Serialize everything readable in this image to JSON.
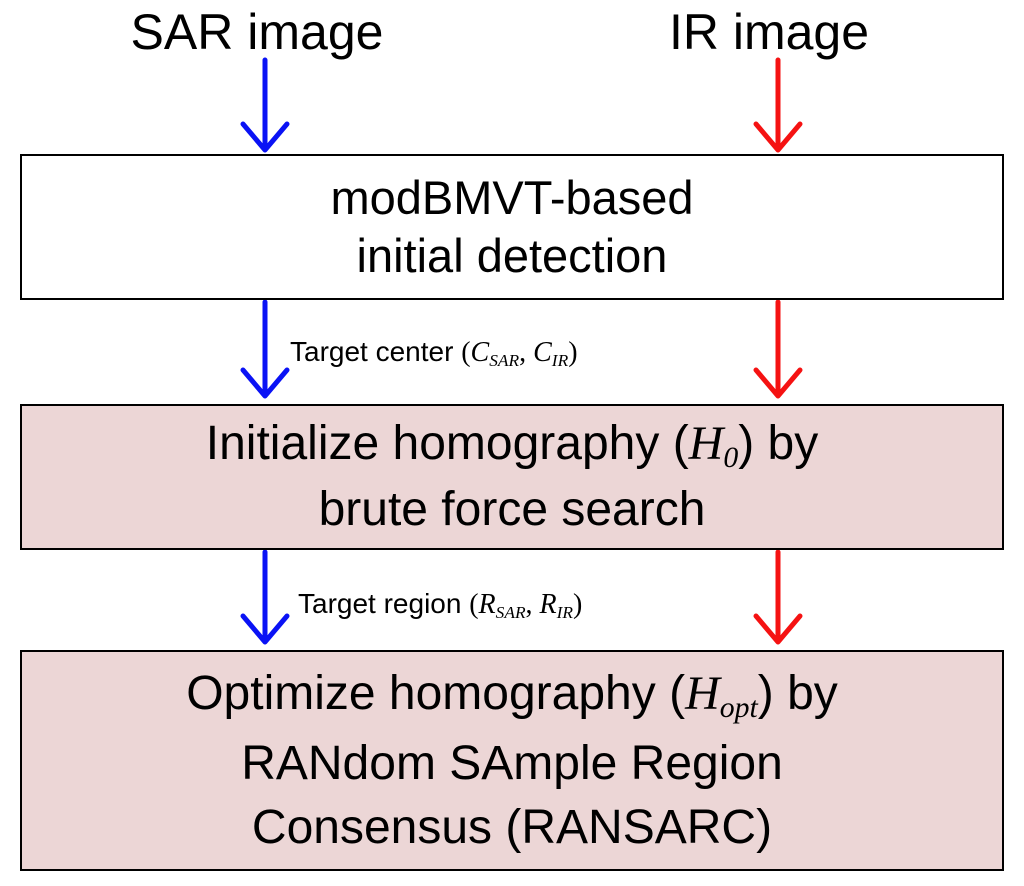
{
  "inputs": {
    "sar_label": "SAR image",
    "ir_label": "IR image"
  },
  "colors": {
    "sar_arrow": "#0a12f5",
    "ir_arrow": "#f51212",
    "process_fill": "#ecd6d6",
    "detection_fill": "#ffffff",
    "border": "#000000"
  },
  "steps": {
    "detection": {
      "line1": "modBMVT-based",
      "line2": "initial detection"
    },
    "initialize": {
      "line1_prefix": "Initialize homography (",
      "symbol": "H",
      "symbol_sub": "0",
      "line1_suffix": ") by",
      "line2": "brute force search"
    },
    "optimize": {
      "line1_prefix": "Optimize homography (",
      "symbol": "H",
      "symbol_sub": "opt",
      "line1_suffix": ") by",
      "line2": "RANdom SAmple Region",
      "line3": "Consensus (RANSARC)"
    }
  },
  "edges": {
    "center": {
      "text": "Target center ",
      "open": "(",
      "sym1": "C",
      "sub1": "SAR",
      "sep": ", ",
      "sym2": "C",
      "sub2": "IR",
      "close": ")"
    },
    "region": {
      "text": "Target region ",
      "open": "(",
      "sym1": "R",
      "sub1": "SAR",
      "sep": ", ",
      "sym2": "R",
      "sub2": "IR",
      "close": ")"
    }
  }
}
